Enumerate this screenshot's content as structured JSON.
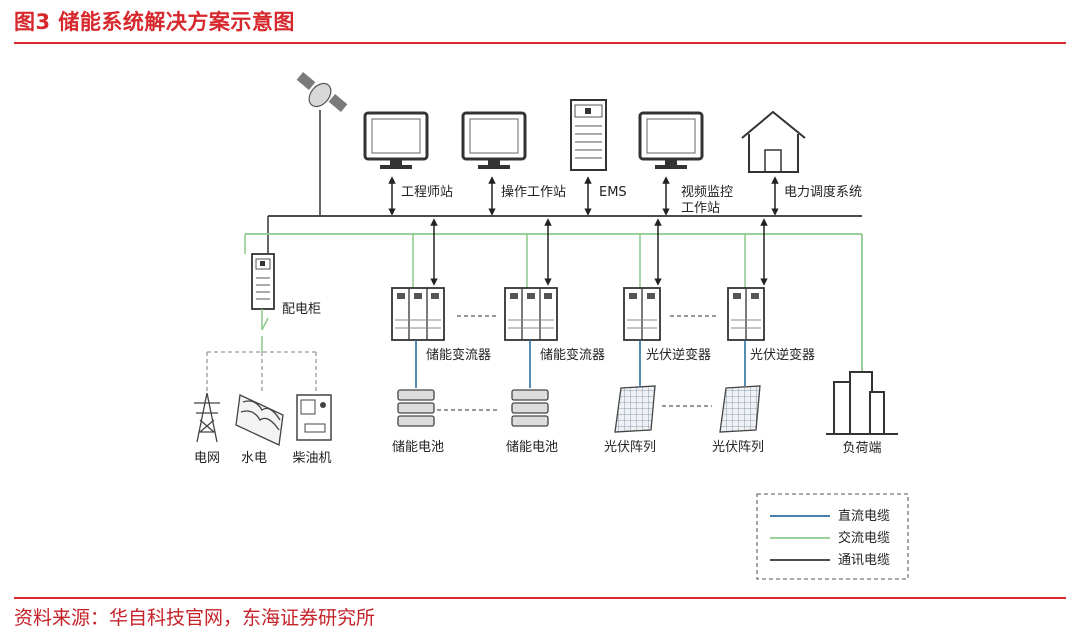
{
  "header": {
    "title": "图3  储能系统解决方案示意图"
  },
  "footer": {
    "source": "资料来源：华自科技官网，东海证券研究所"
  },
  "diagram": {
    "stations": [
      "工程师站",
      "操作工作站",
      "EMS",
      "视频监控",
      "工作站",
      "电力调度系统"
    ],
    "distribution_cabinet": "配电柜",
    "sources": [
      "电网",
      "水电",
      "柴油机"
    ],
    "converters": [
      "储能变流器",
      "储能变流器",
      "光伏逆变器",
      "光伏逆变器"
    ],
    "bottom": [
      "储能电池",
      "储能电池",
      "光伏阵列",
      "光伏阵列"
    ],
    "load": "负荷端",
    "legend": [
      "直流电缆",
      "交流电缆",
      "通讯电缆"
    ],
    "colors": {
      "dc": "#2e6e9e",
      "ac": "#8cc98c",
      "comm": "#333333",
      "accent": "#d7282d"
    }
  }
}
